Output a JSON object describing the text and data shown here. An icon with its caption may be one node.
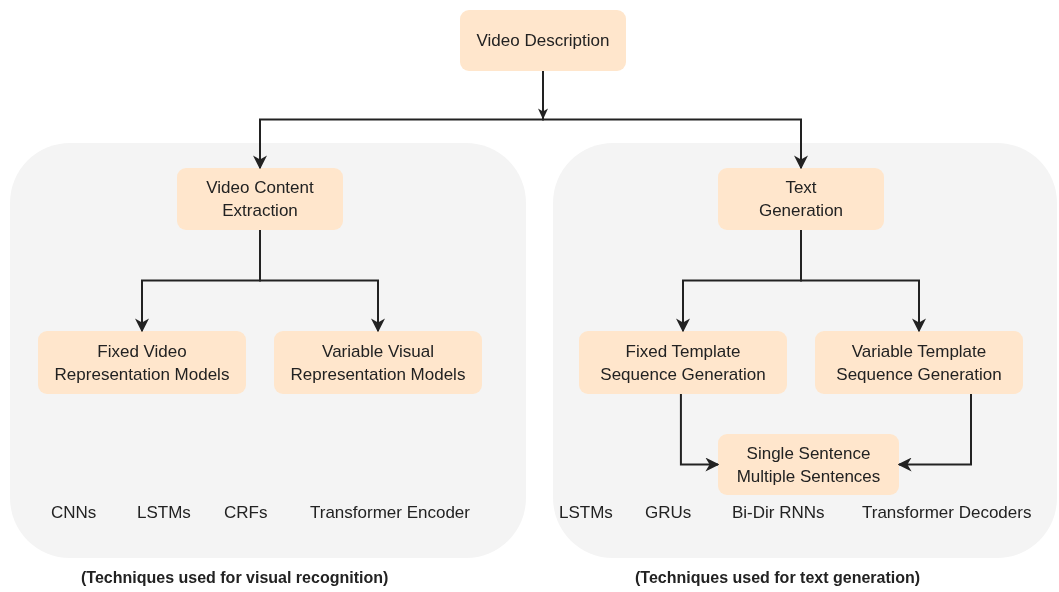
{
  "diagram": {
    "nodes": [
      {
        "text": [
          "Video Description"
        ]
      },
      {
        "text": [],
        "shape": "box"
      },
      {
        "text": [
          "Video Content Extraction"
        ],
        "in": 1
      },
      {
        "text": [
          "Fixed Video Representation Models"
        ],
        "in": 1
      },
      {
        "text": [
          "Variable Visual Representation Models"
        ],
        "in": 1
      },
      {
        "text": [],
        "shape": "box"
      },
      {
        "text": [
          "Text Generation"
        ],
        "in": 5
      },
      {
        "text": [
          "Fixed Template Sequence Generation"
        ],
        "in": 5
      },
      {
        "text": [
          "Variable Template Sequence Generation"
        ],
        "in": 5
      },
      {
        "text": [
          "Single Sentence Multiple Sentences"
        ],
        "in": 5
      }
    ],
    "edges": [
      {
        "from": 0,
        "to": 2,
        "arrow": "to"
      },
      {
        "from": 0,
        "to": 6,
        "arrow": "to"
      },
      {
        "from": 2,
        "to": 3,
        "arrow": "to"
      },
      {
        "from": 2,
        "to": 4,
        "arrow": "to"
      },
      {
        "from": 6,
        "to": 7,
        "arrow": "to"
      },
      {
        "from": 6,
        "to": 8,
        "arrow": "to"
      },
      {
        "from": 7,
        "to": 9,
        "arrow": "to"
      },
      {
        "from": 8,
        "to": 9,
        "arrow": "to"
      }
    ],
    "labels": [
      "CNNs",
      "LSTMs",
      "CRFs",
      "Transformer Encoder",
      "LSTMs",
      "GRUs",
      "Bi-Dir RNNs",
      "Transformer Decoders",
      "(Techniques used for visual recognition)",
      "(Techniques used for text generation)"
    ]
  }
}
